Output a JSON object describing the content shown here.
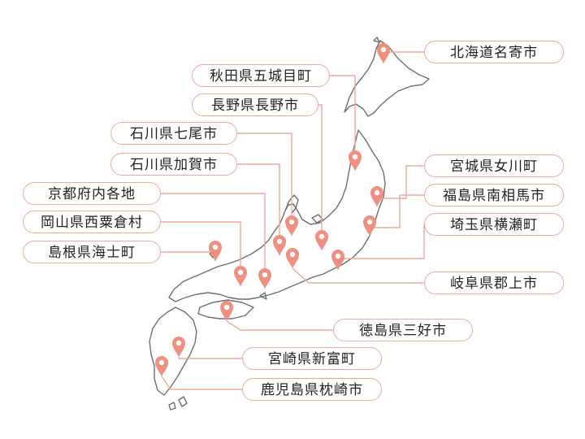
{
  "colors": {
    "accent": "#f0a89a",
    "pin_fill": "#ef8f80",
    "land_stroke": "#6f6f6f",
    "label_text": "#222222",
    "background": "#ffffff"
  },
  "locations": [
    {
      "id": "hokkaido-nayoro",
      "label": "北海道名寄市"
    },
    {
      "id": "akita-gojome",
      "label": "秋田県五城目町"
    },
    {
      "id": "nagano-nagano",
      "label": "長野県長野市"
    },
    {
      "id": "ishikawa-nanao",
      "label": "石川県七尾市"
    },
    {
      "id": "ishikawa-kaga",
      "label": "石川県加賀市"
    },
    {
      "id": "kyoto-prefecture",
      "label": "京都府内各地"
    },
    {
      "id": "okayama-nishiawakura",
      "label": "岡山県西粟倉村"
    },
    {
      "id": "shimane-ama",
      "label": "島根県海士町"
    },
    {
      "id": "miyagi-onagawa",
      "label": "宮城県女川町"
    },
    {
      "id": "fukushima-minamisoma",
      "label": "福島県南相馬市"
    },
    {
      "id": "saitama-yokoze",
      "label": "埼玉県横瀬町"
    },
    {
      "id": "gifu-gujo",
      "label": "岐阜県郡上市"
    },
    {
      "id": "tokushima-miyoshi",
      "label": "徳島県三好市"
    },
    {
      "id": "miyazaki-shintomi",
      "label": "宮崎県新富町"
    },
    {
      "id": "kagoshima-makurazaki",
      "label": "鹿児島県枕崎市"
    }
  ]
}
